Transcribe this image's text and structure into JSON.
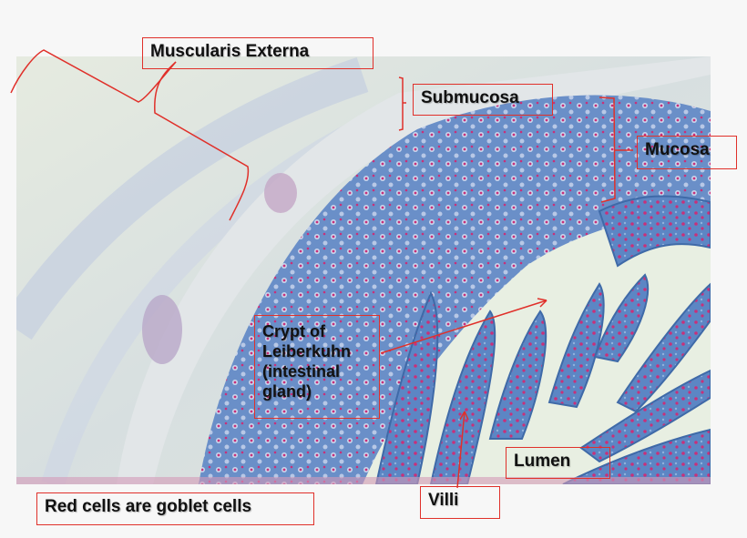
{
  "figure": {
    "subject": "Small intestine cross-section (histology micrograph)",
    "stain_colors": {
      "background_tissue": "#dfe7dc",
      "mucosa_blue": "#4a78b8",
      "goblet_red": "#c8307a",
      "lumen": "#e9f0e2",
      "label_border": "#e0302a"
    }
  },
  "labels": {
    "muscularis_externa": "Muscularis Externa",
    "submucosa": "Submucosa",
    "mucosa": "Mucosa",
    "crypt_line1": "Crypt of",
    "crypt_line2": "Leiberkuhn",
    "crypt_line3": "(intestinal",
    "crypt_line4": "gland)",
    "lumen": "Lumen",
    "villi": "Villi",
    "goblet_note": "Red cells are goblet cells"
  }
}
